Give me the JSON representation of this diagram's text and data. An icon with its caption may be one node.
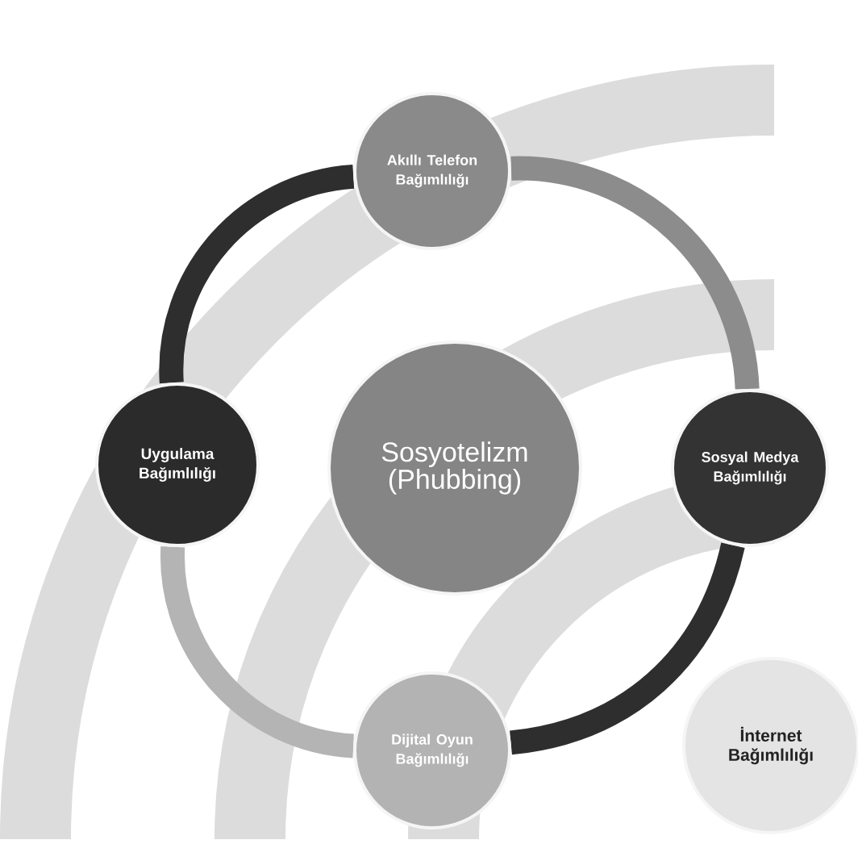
{
  "diagram": {
    "nodes": [
      {
        "text": [
          "Akıllı Telefon Bağımlılığı"
        ]
      },
      {
        "text": [
          "Uygulama Bağımlılığı"
        ]
      },
      {
        "text": [
          "Sosyotelizm (Phubbing)"
        ]
      },
      {
        "text": [
          "Sosyal Medya Bağımlılığı"
        ]
      },
      {
        "text": [
          "Dijital Oyun Bağımlılığı"
        ]
      },
      {
        "text": [
          "İnternet Bağımlılığı"
        ]
      }
    ],
    "edges": [
      {
        "from": 1,
        "to": 0,
        "arrow": "none",
        "color": "#2e2e2e"
      },
      {
        "from": 0,
        "to": 3,
        "arrow": "none",
        "color": "#8c8c8c"
      },
      {
        "from": 3,
        "to": 4,
        "arrow": "none",
        "color": "#2e2e2e"
      },
      {
        "from": 4,
        "to": 1,
        "arrow": "none",
        "color": "#b4b4b4"
      }
    ]
  }
}
